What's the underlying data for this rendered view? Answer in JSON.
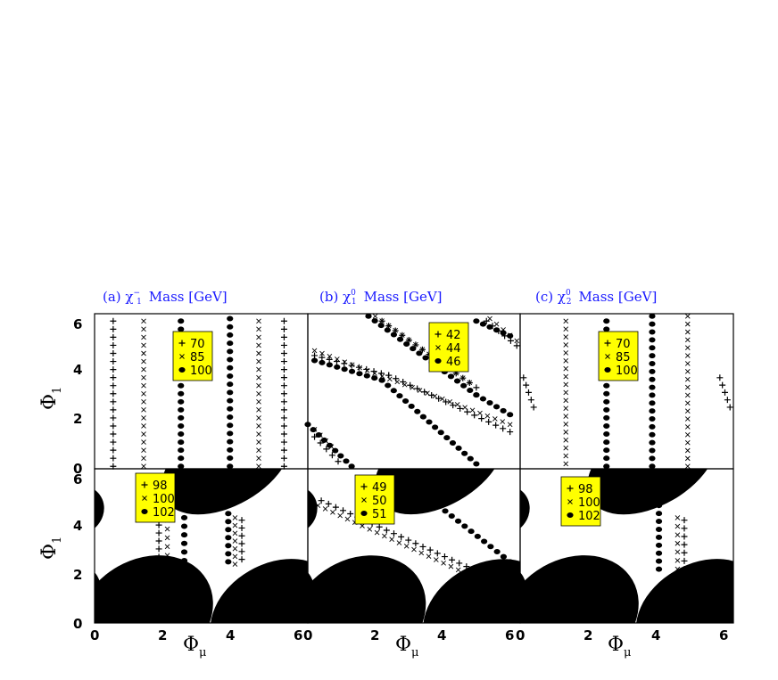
{
  "axes": {
    "x_symbol": "Φ",
    "x_sub": "μ",
    "y_symbol": "Φ",
    "y_sub": "1",
    "xticks": [
      "0",
      "2",
      "4",
      "6"
    ],
    "yticks": [
      "0",
      "2",
      "4",
      "6"
    ]
  },
  "colors": {
    "title": "#1a1aff",
    "legend_bg": "#ffff00",
    "marks": "#000000"
  },
  "chart_data": [
    {
      "panel": "top-left",
      "type": "scatter",
      "title_pre": "(a) χ",
      "title_sup": "−",
      "title_sub": "1",
      "title_post": "Mass [GeV]",
      "xlim": [
        0,
        6.3
      ],
      "ylim": [
        0,
        6.3
      ],
      "legend": [
        {
          "marker": "plus",
          "label": "70"
        },
        {
          "marker": "cross",
          "label": "85"
        },
        {
          "marker": "dot",
          "label": "100"
        }
      ],
      "series": [
        {
          "name": "70",
          "marker": "plus",
          "lines": [
            [
              [
                0.55,
                6.0
              ],
              [
                0.55,
                0.1
              ]
            ],
            [
              [
                5.6,
                6.0
              ],
              [
                5.6,
                0.1
              ]
            ]
          ]
        },
        {
          "name": "85",
          "marker": "cross",
          "lines": [
            [
              [
                1.45,
                6.0
              ],
              [
                1.45,
                0.1
              ]
            ],
            [
              [
                4.85,
                6.0
              ],
              [
                4.85,
                0.1
              ]
            ]
          ]
        },
        {
          "name": "100",
          "marker": "dot",
          "lines": [
            [
              [
                2.55,
                6.0
              ],
              [
                2.55,
                0.1
              ]
            ],
            [
              [
                4.0,
                6.1
              ],
              [
                4.0,
                0.1
              ]
            ]
          ]
        }
      ]
    },
    {
      "panel": "top-middle",
      "type": "scatter",
      "title_pre": "(b) χ",
      "title_sup": "0",
      "title_sub": "1",
      "title_post": "Mass [GeV]",
      "xlim": [
        0,
        6.3
      ],
      "ylim": [
        0,
        6.3
      ],
      "legend": [
        {
          "marker": "plus",
          "label": "42"
        },
        {
          "marker": "cross",
          "label": "44"
        },
        {
          "marker": "dot",
          "label": "46"
        }
      ],
      "series": [
        {
          "name": "42",
          "marker": "plus",
          "lines": [
            [
              [
                0.2,
                4.6
              ],
              [
                2.4,
                3.8
              ],
              [
                6.0,
                1.5
              ]
            ],
            [
              [
                2.2,
                6.0
              ],
              [
                5.0,
                3.3
              ]
            ],
            [
              [
                0.2,
                1.3
              ],
              [
                0.9,
                0.3
              ]
            ],
            [
              [
                5.3,
                6.0
              ],
              [
                6.2,
                5.0
              ]
            ]
          ]
        },
        {
          "name": "44",
          "marker": "cross",
          "lines": [
            [
              [
                0.2,
                4.8
              ],
              [
                6.0,
                1.8
              ]
            ],
            [
              [
                2.0,
                6.2
              ],
              [
                4.8,
                3.5
              ]
            ],
            [
              [
                0.2,
                1.6
              ],
              [
                0.7,
                0.9
              ]
            ],
            [
              [
                5.4,
                6.1
              ],
              [
                6.2,
                5.2
              ]
            ]
          ]
        },
        {
          "name": "46",
          "marker": "dot",
          "lines": [
            [
              [
                0.2,
                4.4
              ],
              [
                2.2,
                3.6
              ],
              [
                5.0,
                0.2
              ]
            ],
            [
              [
                1.8,
                6.2
              ],
              [
                5.0,
                3.0
              ],
              [
                6.0,
                2.2
              ]
            ],
            [
              [
                0.0,
                1.8
              ],
              [
                1.3,
                0.1
              ]
            ],
            [
              [
                5.0,
                6.0
              ],
              [
                6.0,
                5.4
              ]
            ]
          ]
        }
      ]
    },
    {
      "panel": "top-right",
      "type": "scatter",
      "title_pre": "(c) χ",
      "title_sup": "0",
      "title_sub": "2",
      "title_post": "Mass [GeV]",
      "xlim": [
        0,
        6.3
      ],
      "ylim": [
        0,
        6.3
      ],
      "legend": [
        {
          "marker": "plus",
          "label": "70"
        },
        {
          "marker": "cross",
          "label": "85"
        },
        {
          "marker": "dot",
          "label": "100"
        }
      ],
      "series": [
        {
          "name": "70",
          "marker": "plus",
          "lines": [
            [
              [
                0.1,
                3.7
              ],
              [
                0.4,
                2.5
              ]
            ],
            [
              [
                5.9,
                3.7
              ],
              [
                6.2,
                2.5
              ]
            ]
          ]
        },
        {
          "name": "85",
          "marker": "cross",
          "lines": [
            [
              [
                1.35,
                6.0
              ],
              [
                1.35,
                0.2
              ]
            ],
            [
              [
                4.95,
                6.2
              ],
              [
                4.95,
                0.1
              ]
            ]
          ]
        },
        {
          "name": "100",
          "marker": "dot",
          "lines": [
            [
              [
                2.55,
                6.0
              ],
              [
                2.55,
                0.1
              ]
            ],
            [
              [
                3.9,
                6.2
              ],
              [
                3.9,
                0.1
              ]
            ]
          ]
        }
      ]
    },
    {
      "panel": "bottom-left",
      "type": "scatter",
      "xlim": [
        0,
        6.3
      ],
      "ylim": [
        0,
        6.3
      ],
      "legend": [
        {
          "marker": "plus",
          "label": "98"
        },
        {
          "marker": "cross",
          "label": "100"
        },
        {
          "marker": "dot",
          "label": "102"
        }
      ],
      "series": [
        {
          "name": "98",
          "marker": "plus",
          "lines": [
            [
              [
                1.9,
                4.0
              ],
              [
                1.9,
                2.7
              ]
            ],
            [
              [
                4.35,
                4.2
              ],
              [
                4.35,
                2.6
              ]
            ]
          ]
        },
        {
          "name": "100",
          "marker": "cross",
          "lines": [
            [
              [
                2.15,
                4.2
              ],
              [
                2.15,
                2.4
              ]
            ],
            [
              [
                4.15,
                4.3
              ],
              [
                4.15,
                2.4
              ]
            ]
          ]
        },
        {
          "name": "102",
          "marker": "dot",
          "lines": [
            [
              [
                2.65,
                4.3
              ],
              [
                2.65,
                2.2
              ]
            ],
            [
              [
                3.95,
                4.8
              ],
              [
                3.95,
                2.5
              ]
            ]
          ]
        }
      ]
    },
    {
      "panel": "bottom-middle",
      "type": "scatter",
      "xlim": [
        0,
        6.3
      ],
      "ylim": [
        0,
        6.3
      ],
      "legend": [
        {
          "marker": "plus",
          "label": "49"
        },
        {
          "marker": "cross",
          "label": "50"
        },
        {
          "marker": "dot",
          "label": "51"
        }
      ],
      "series": [
        {
          "name": "49",
          "marker": "plus",
          "lines": [
            [
              [
                0.4,
                5.0
              ],
              [
                6.0,
                1.5
              ]
            ]
          ]
        },
        {
          "name": "50",
          "marker": "cross",
          "lines": [
            [
              [
                0.3,
                4.8
              ],
              [
                6.0,
                1.2
              ]
            ]
          ]
        },
        {
          "name": "51",
          "marker": "dot",
          "lines": [
            [
              [
                3.5,
                5.2
              ],
              [
                6.0,
                2.5
              ]
            ]
          ]
        }
      ]
    },
    {
      "panel": "bottom-right",
      "type": "scatter",
      "xlim": [
        0,
        6.3
      ],
      "ylim": [
        0,
        6.3
      ],
      "legend": [
        {
          "marker": "plus",
          "label": "98"
        },
        {
          "marker": "cross",
          "label": "100"
        },
        {
          "marker": "dot",
          "label": "102"
        }
      ],
      "series": [
        {
          "name": "98",
          "marker": "plus",
          "lines": [
            [
              [
                4.85,
                4.2
              ],
              [
                4.85,
                2.2
              ]
            ]
          ]
        },
        {
          "name": "100",
          "marker": "cross",
          "lines": [
            [
              [
                4.65,
                4.3
              ],
              [
                4.65,
                2.2
              ]
            ]
          ]
        },
        {
          "name": "102",
          "marker": "dot",
          "lines": [
            [
              [
                4.1,
                4.8
              ],
              [
                4.1,
                2.2
              ]
            ]
          ]
        }
      ]
    }
  ]
}
